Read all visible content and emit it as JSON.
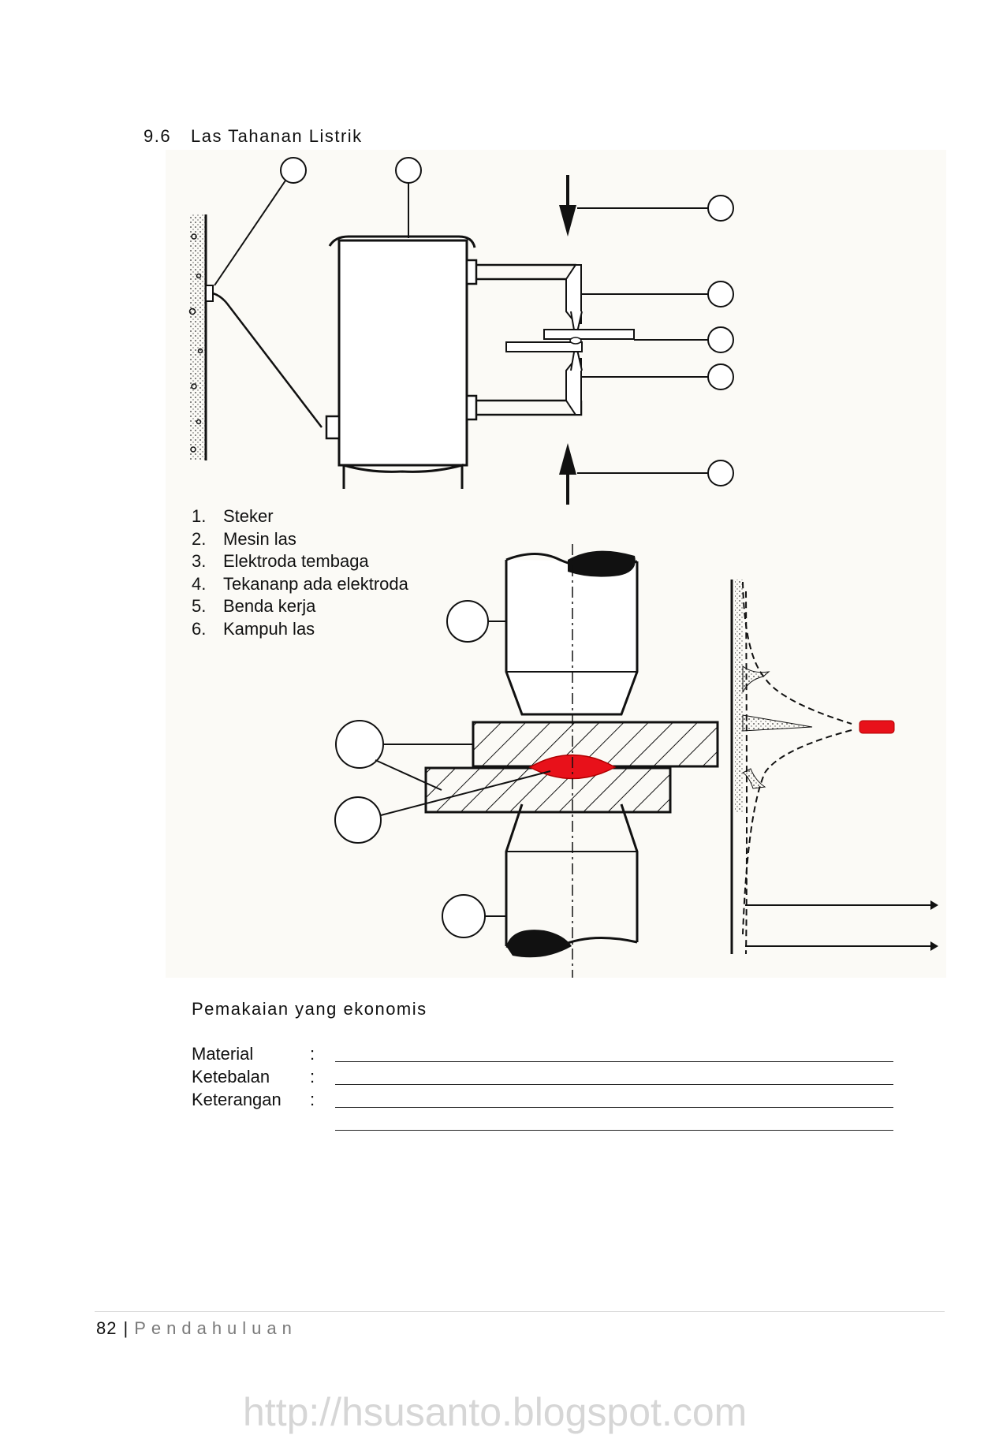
{
  "section": {
    "number": "9.6",
    "title": "Las Tahanan Listrik"
  },
  "legend": [
    {
      "num": "1.",
      "label": "Steker"
    },
    {
      "num": "2.",
      "label": "Mesin las"
    },
    {
      "num": "3.",
      "label": "Elektroda tembaga"
    },
    {
      "num": "4.",
      "label": "Tekananp ada elektroda"
    },
    {
      "num": "5.",
      "label": "Benda kerja"
    },
    {
      "num": "6.",
      "label": "Kampuh las"
    }
  ],
  "economic": {
    "title": "Pemakaian yang ekonomis",
    "fields": [
      {
        "label": "Material",
        "colon": ":"
      },
      {
        "label": "Ketebalan",
        "colon": ":"
      },
      {
        "label": "Keterangan",
        "colon": ":"
      }
    ]
  },
  "footer": {
    "page": "82",
    "separator": "|",
    "chapter": "Pendahuluan"
  },
  "watermark": "http://hsusanto.blogspot.com",
  "colors": {
    "weld_nugget": "#e8111a",
    "ink": "#111111",
    "figure_bg": "#fbfaf6"
  }
}
